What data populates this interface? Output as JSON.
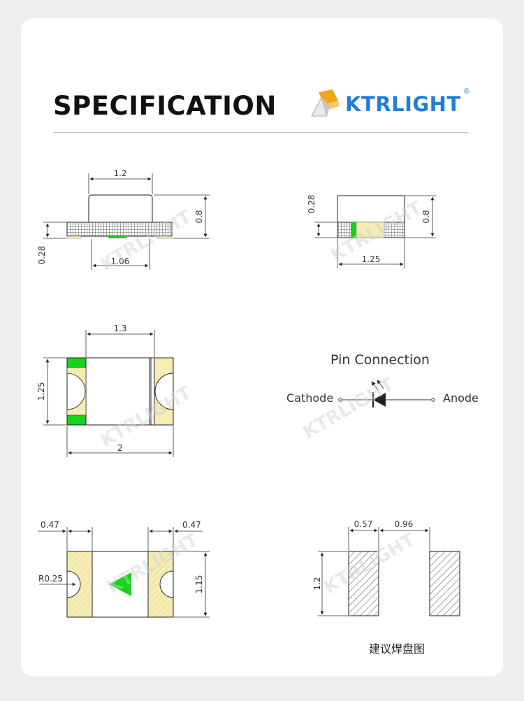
{
  "header": {
    "title": "SPECIFICATION",
    "brand": "KTRLIGHT",
    "brand_mark": "®",
    "watermark_text": "KTRLIGHT"
  },
  "side_view": {
    "top_width": "1.2",
    "height": "0.8",
    "base_height": "0.28",
    "pad_width": "1.06"
  },
  "end_view": {
    "base_height": "0.28",
    "height": "0.8",
    "width": "1.25"
  },
  "top_view": {
    "lens_width": "1.3",
    "height": "1.25",
    "length": "2"
  },
  "pin_connection": {
    "title": "Pin Connection",
    "cathode": "Cathode",
    "anode": "Anode"
  },
  "bottom_view": {
    "left_pad": "0.47",
    "right_pad": "0.47",
    "radius": "R0.25",
    "height": "1.15"
  },
  "solder_pad": {
    "pad_width": "0.57",
    "gap": "0.96",
    "pad_height": "1.2",
    "caption": "建议焊盘图"
  },
  "colors": {
    "led_green": "#18d21c",
    "pad_cream": "#f6ecb4",
    "brand_blue": "#1f7fd6",
    "logo_orange": "#f2a51f"
  }
}
